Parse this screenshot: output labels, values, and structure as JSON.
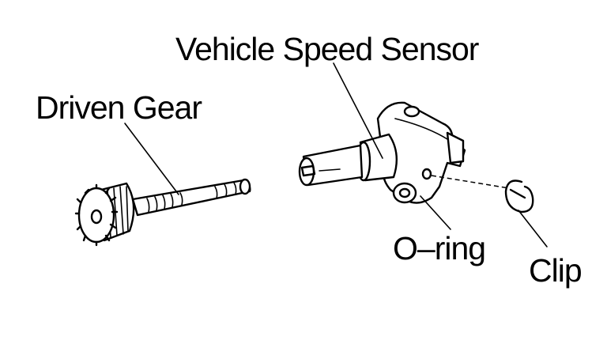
{
  "labels": {
    "vehicle_speed_sensor": "Vehicle Speed Sensor",
    "driven_gear": "Driven Gear",
    "o_ring": "O–ring",
    "clip": "Clip"
  },
  "colors": {
    "ink": "#000000",
    "background": "#ffffff"
  }
}
